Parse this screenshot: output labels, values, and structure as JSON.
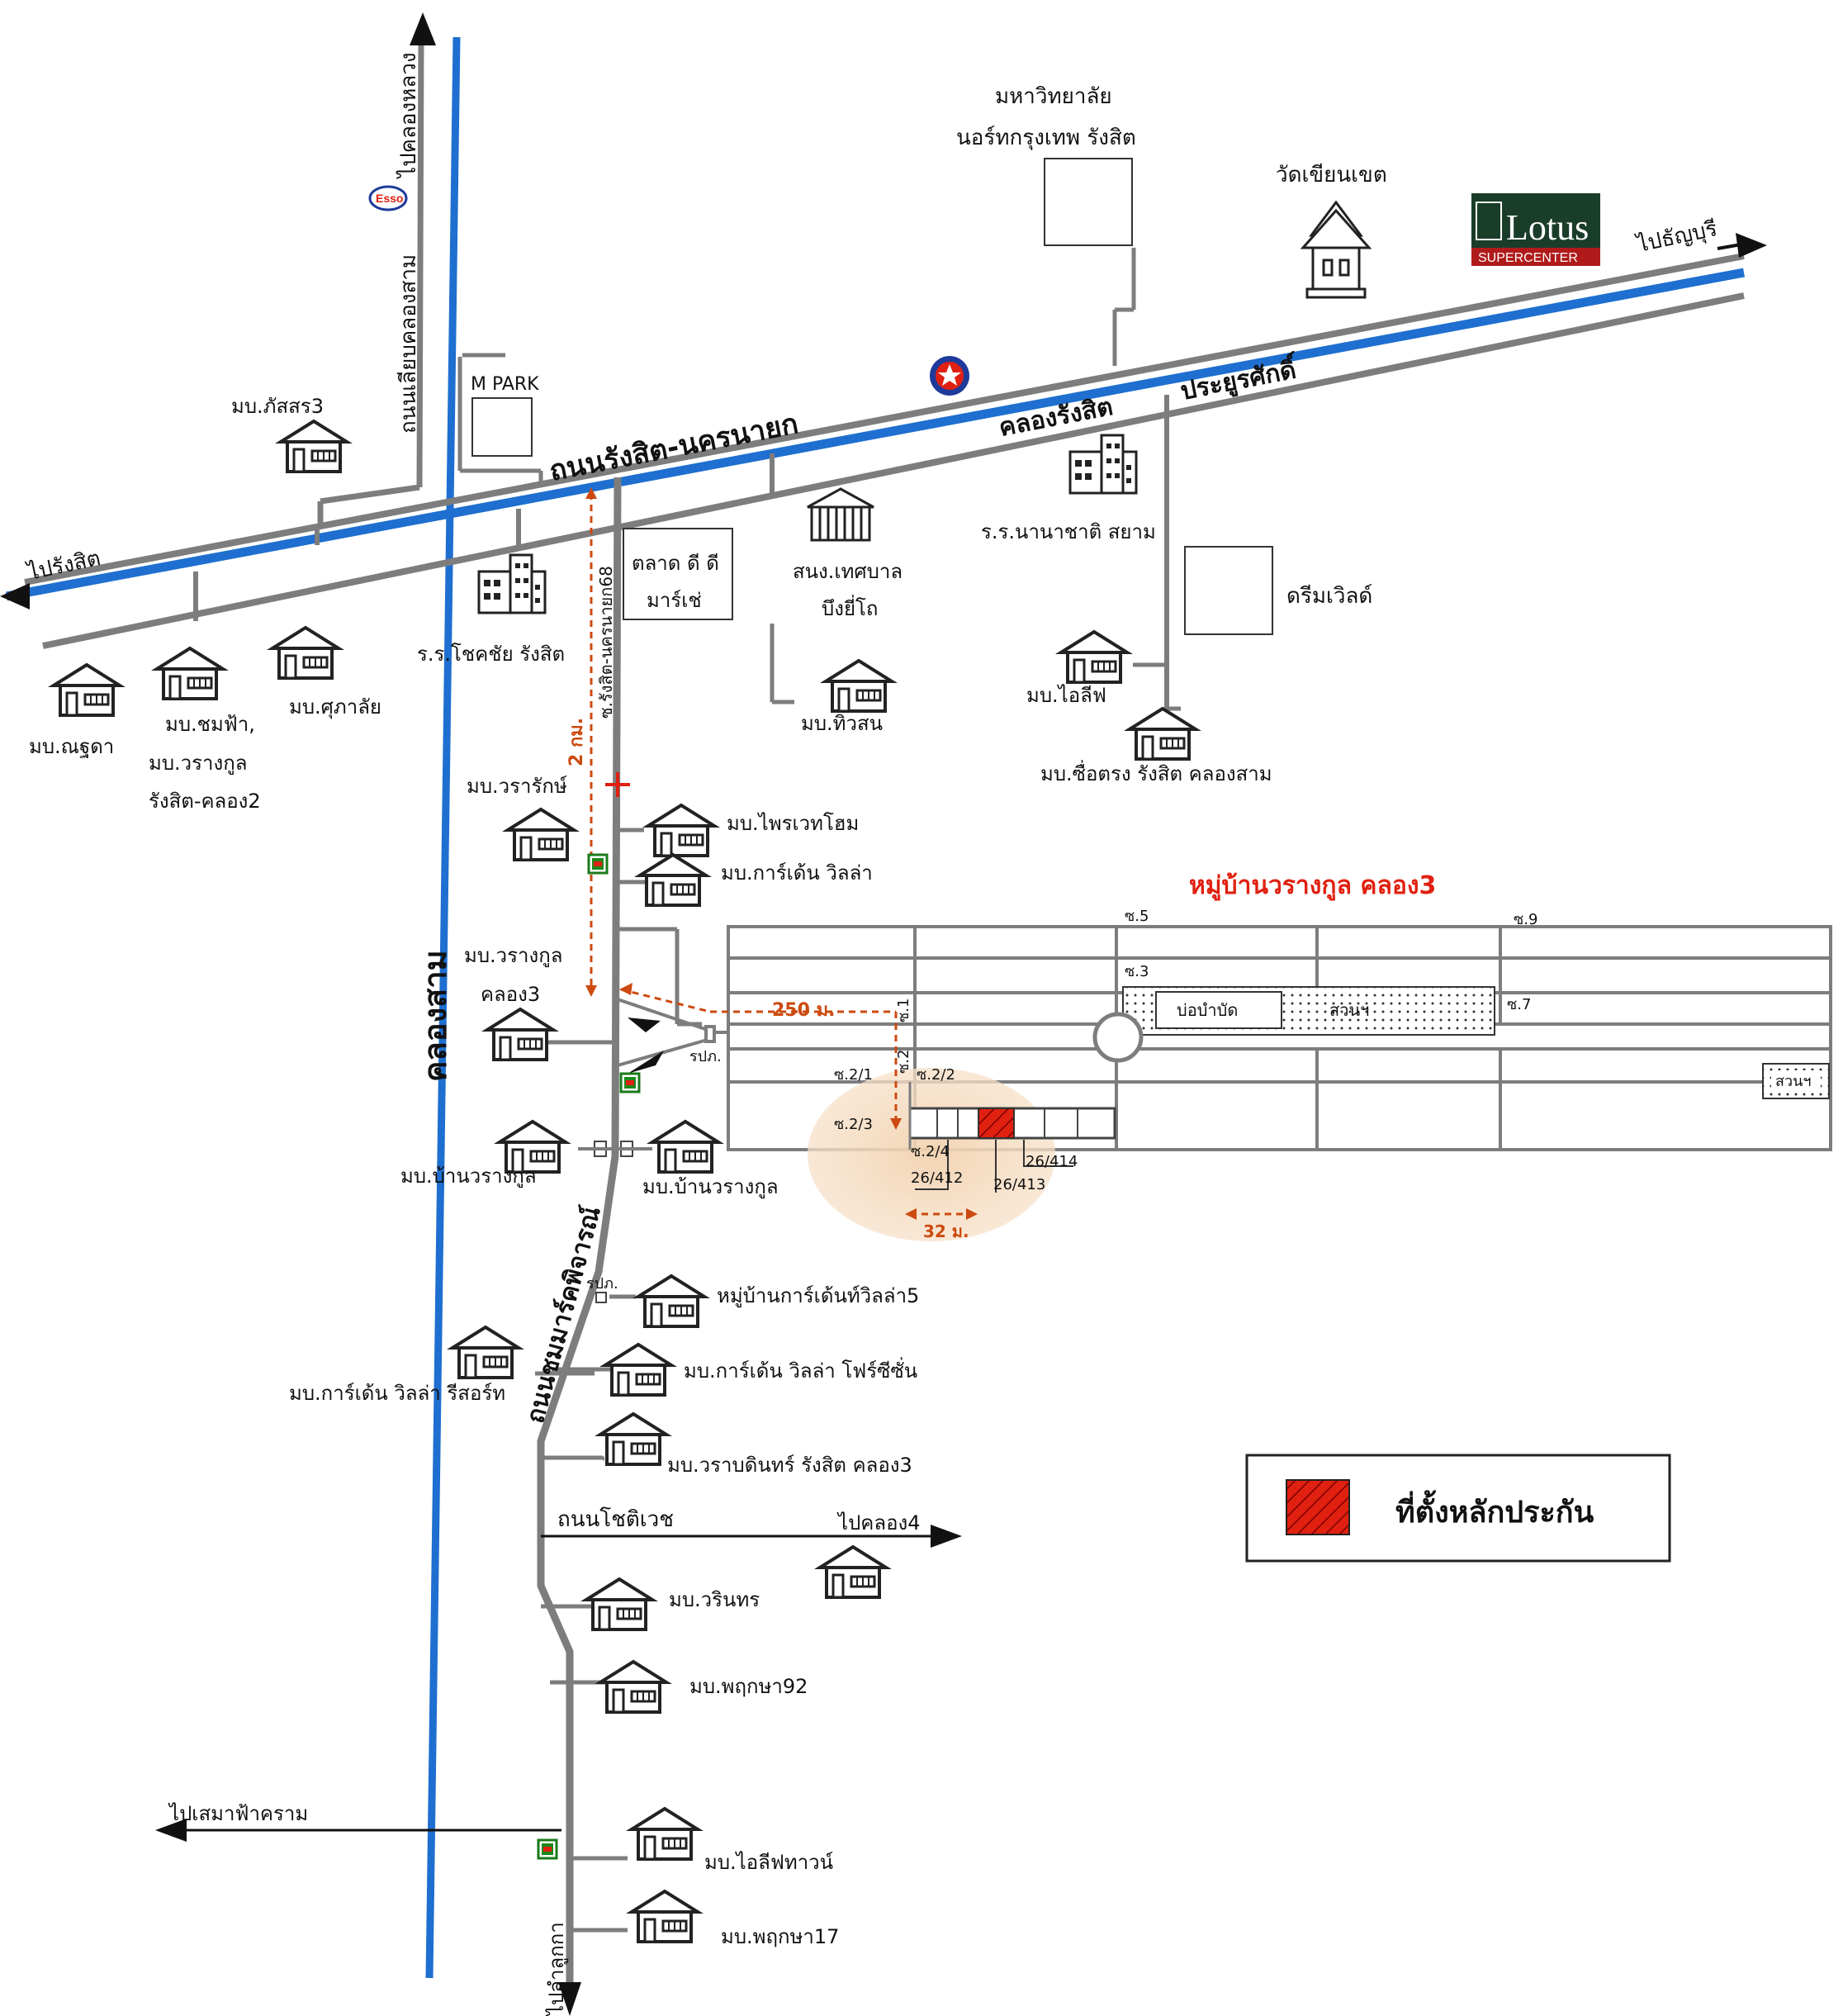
{
  "labels": {
    "to_khlong_luang": "ไปคลองหลวง",
    "to_rangsit": "ไปรังสิต",
    "to_thanyaburi": "ไปธัญบุรี",
    "to_khlong4": "ไปคลอง4",
    "to_samaefa": "ไปเสมาฟ้าคราม",
    "to_lamlukka": "ไปลำลูกกา",
    "road_bypass": "ถนนเลียบคลองสาม",
    "road_rangsit_nakhonnayok": "ถนนรังสิต-นครนายก",
    "khlong_rangsit": "คลองรังสิต",
    "prayoonsak": "ประยูรศักดิ์",
    "khlong_sam": "คลองสาม",
    "soi_68": "ซ.รังสิต-นครนายก68",
    "road_chomat": "ถนนชมมาร์คพิจารณ์",
    "road_chotiwet": "ถนนโชติเวช",
    "soi5": "ซ.5",
    "soi9": "ซ.9",
    "soi3": "ซ.3",
    "soi7": "ซ.7",
    "soi1": "ซ.1",
    "soi2": "ซ.2",
    "soi2_1": "ซ.2/1",
    "soi2_2": "ซ.2/2",
    "soi2_3": "ซ.2/3",
    "soi2_4": "ซ.2/4",
    "lot412": "26/412",
    "lot413": "26/413",
    "lot414": "26/414",
    "dist_2km": "2 กม.",
    "dist_250m": "250 ม.",
    "dist_32m": "32 ม.",
    "pond": "บ่อบำบัด",
    "park1": "สวนฯ",
    "park2": "สวนฯ",
    "rpp1": "รปภ.",
    "rpp2": "รปภ."
  },
  "landmarks": {
    "university": [
      "มหาวิทยาลัย",
      "นอร์ทกรุงเทพ รังสิต"
    ],
    "temple": "วัดเขียนเขต",
    "lotus": "Lotus",
    "lotus_sub": "SUPERCENTER",
    "esso": "Esso",
    "mpark": "M PARK",
    "market": [
      "ตลาด ดี ดี",
      "มาร์เช่"
    ],
    "municipal": [
      "สนง.เทศบาล",
      "บึงยี่โถ"
    ],
    "intl_school": "ร.ร.นานาชาติ สยาม",
    "dreamworld": "ดรีมเวิลด์",
    "chokchai_school": "ร.ร.โชคชัย รังสิต"
  },
  "villages": {
    "pasara3": "มบ.ภัสสร3",
    "nanthida": "มบ.ณฐดา",
    "chomfa": [
      "มบ.ชมฟ้า,",
      "มบ.วรางกูล",
      "รังสิต-คลอง2"
    ],
    "supalai": "มบ.ศุภาลัย",
    "thiwason": "มบ.ทิวสน",
    "ilife": "มบ.ไอลีฟ",
    "suetrong": "มบ.ซื่อตรง รังสิต คลองสาม",
    "wararak": "มบ.วรารักษ์",
    "praiwet": "มบ.ไพรเวทโฮม",
    "garden_villa": "มบ.การ์เด้น วิลล่า",
    "warangkun_k3": [
      "มบ.วรางกูล",
      "คลอง3"
    ],
    "ban_warangkun_left": "มบ.บ้านวรางกูล",
    "ban_warangkun_right": "มบ.บ้านวรางกูล",
    "garden_villa5": "หมู่บ้านการ์เด้นท์วิลล่า5",
    "garden_villa_resort": "มบ.การ์เด้น วิลล่า รีสอร์ท",
    "garden_villa_fourseason": "มบ.การ์เด้น วิลล่า โฟร์ซีซั่น",
    "waraburin": "มบ.วราบดินทร์ รังสิต คลอง3",
    "warinthorn": "มบ.วรินทร",
    "pruksa92": "มบ.พฤกษา92",
    "ilife_town": "มบ.ไอลีฟทาวน์",
    "pruksa17": "มบ.พฤกษา17"
  },
  "estate_title": "หมู่บ้านวรางกูล คลอง3",
  "legend_text": "ที่ตั้งหลักประกัน",
  "colors": {
    "road": "#7d7d7d",
    "canal": "#1e6fd0",
    "collateral": "#e02010",
    "highlight": "#f2d2b0"
  }
}
